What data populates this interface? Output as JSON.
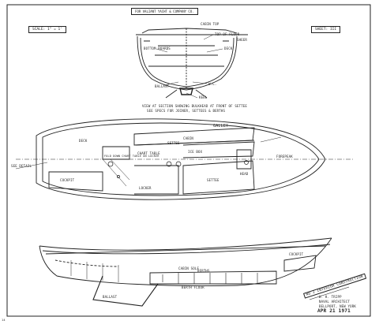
{
  "title_block": {
    "header": "FOR VALIANT YACHT & COMPANY CO.",
    "scale": "SCALE: 1\" = 1'",
    "sheet": "SHEET: III"
  },
  "section": {
    "labels": [
      "TOP OF FLOOR",
      "BOTTOM BOARDS",
      "KEEL",
      "DECK",
      "SHEER",
      "CABIN TOP",
      "W.L.",
      "BALLAST"
    ],
    "note_line1": "VIEW AT SECTION SHOWING BULKHEAD AT FRONT OF SETTEE",
    "note_line2": "SEE SPECS FOR JOINER, SETTEES & BERTHS"
  },
  "plan": {
    "labels": [
      "SEE DETAIL",
      "FOREPEAK",
      "CABIN",
      "GALLEY",
      "SETTEE",
      "SETTEE",
      "CHART TABLE",
      "ICE BOX",
      "DECK",
      "COCKPIT",
      "HEAD",
      "LOCKER"
    ],
    "chart_note": "FOLD DOWN CHART TABLE ON LOCKER"
  },
  "profile": {
    "labels": [
      "CABIN SOLE",
      "BERTHS",
      "BERTH FLOOR",
      "BALLAST",
      "COCKPIT"
    ]
  },
  "designer_block": {
    "stamp": "NO 2 INTERIOR CONSTRUCTION",
    "line1": "W. H. TRIPP",
    "line2": "NAVAL ARCHITECT",
    "line3": "BELLPORT, NEW YORK",
    "date": "APR 21 1971"
  },
  "corner_id": "14"
}
